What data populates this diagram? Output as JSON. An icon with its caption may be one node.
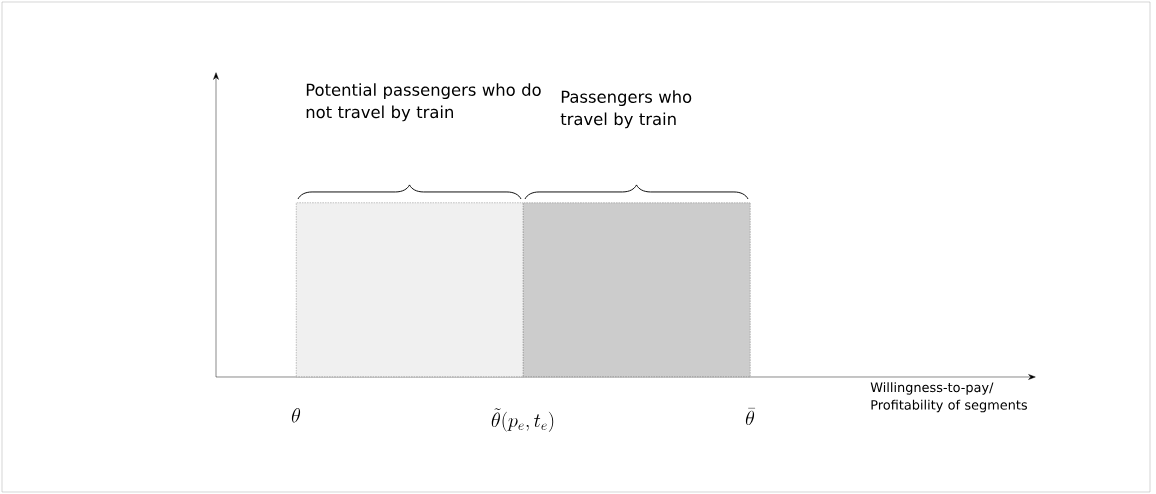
{
  "diagram": {
    "nodes": [
      {
        "text": [
          "Potential passengers who do not travel by train"
        ]
      },
      {
        "text": [
          "Passengers who travel by train"
        ]
      }
    ],
    "labels": [
      "Willingness-to-pay/ Profitability of segments",
      "\\theta",
      "\\tilde{\\theta}(p_e,t_e)",
      "\\bar{\\theta}"
    ]
  }
}
